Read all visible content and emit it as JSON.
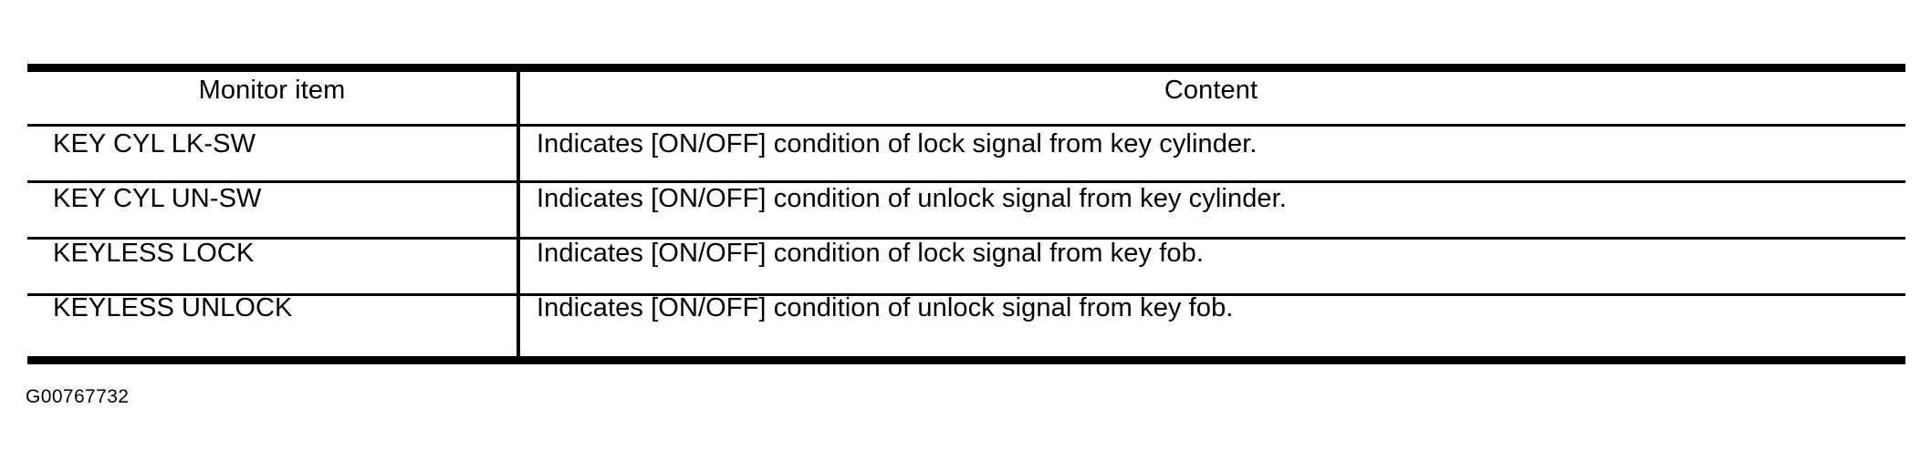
{
  "table": {
    "columns": [
      "Monitor item",
      "Content"
    ],
    "rows": [
      {
        "monitor_item": "KEY CYL LK-SW",
        "content": "Indicates [ON/OFF] condition of lock signal from key cylinder."
      },
      {
        "monitor_item": "KEY CYL UN-SW",
        "content": "Indicates [ON/OFF] condition of unlock signal from key cylinder."
      },
      {
        "monitor_item": "KEYLESS LOCK",
        "content": "Indicates [ON/OFF] condition of lock signal from key fob."
      },
      {
        "monitor_item": "KEYLESS UNLOCK",
        "content": "Indicates [ON/OFF] condition of unlock signal from key fob."
      }
    ]
  },
  "caption": "G00767732",
  "colors": {
    "rule": "#000000",
    "text": "#000000",
    "background": "#ffffff"
  }
}
